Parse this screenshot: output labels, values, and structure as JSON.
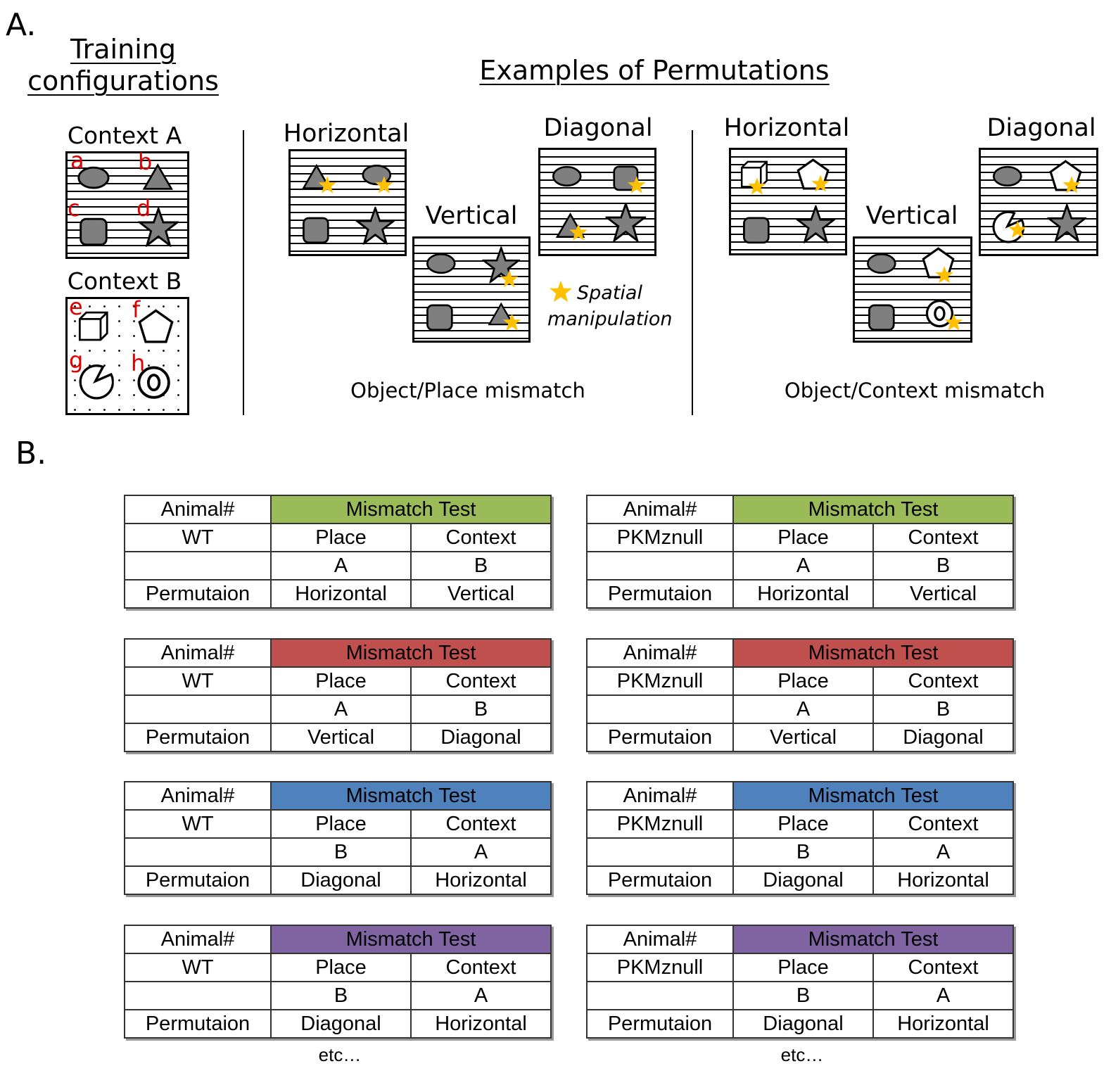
{
  "panel_a": {
    "label": "A.",
    "training_title_line1": "Training",
    "training_title_line2": "configurations",
    "permutations_title": "Examples of Permutations",
    "context_a_label": "Context A",
    "context_b_label": "Context B",
    "context_a_letters": [
      "a",
      "b",
      "c",
      "d"
    ],
    "context_b_letters": [
      "e",
      "f",
      "g",
      "h"
    ],
    "place_group": {
      "horizontal": "Horizontal",
      "vertical": "Vertical",
      "diagonal": "Diagonal",
      "caption": "Object/Place mismatch"
    },
    "context_group": {
      "horizontal": "Horizontal",
      "vertical": "Vertical",
      "diagonal": "Diagonal",
      "caption": "Object/Context mismatch"
    },
    "legend": {
      "line1": "Spatial",
      "line2": "manipulation",
      "star_color": "#FFC000"
    }
  },
  "panel_b": {
    "label": "B.",
    "etc": "etc…",
    "header_colors": [
      "#9BBB59",
      "#C0504D",
      "#4F81BD",
      "#8064A2"
    ],
    "tables": [
      {
        "animal_label": "Animal#",
        "test_label": "Mismatch Test",
        "genotype": "WT",
        "col1": "Place",
        "col2": "Context",
        "ctx1": "A",
        "ctx2": "B",
        "perm_label": "Permutaion",
        "perm1": "Horizontal",
        "perm2": "Vertical"
      },
      {
        "animal_label": "Animal#",
        "test_label": "Mismatch Test",
        "genotype": "PKMznull",
        "col1": "Place",
        "col2": "Context",
        "ctx1": "A",
        "ctx2": "B",
        "perm_label": "Permutaion",
        "perm1": "Horizontal",
        "perm2": "Vertical"
      },
      {
        "animal_label": "Animal#",
        "test_label": "Mismatch Test",
        "genotype": "WT",
        "col1": "Place",
        "col2": "Context",
        "ctx1": "A",
        "ctx2": "B",
        "perm_label": "Permutaion",
        "perm1": "Vertical",
        "perm2": "Diagonal"
      },
      {
        "animal_label": "Animal#",
        "test_label": "Mismatch Test",
        "genotype": "PKMznull",
        "col1": "Place",
        "col2": "Context",
        "ctx1": "A",
        "ctx2": "B",
        "perm_label": "Permutaion",
        "perm1": "Vertical",
        "perm2": "Diagonal"
      },
      {
        "animal_label": "Animal#",
        "test_label": "Mismatch Test",
        "genotype": "WT",
        "col1": "Place",
        "col2": "Context",
        "ctx1": "B",
        "ctx2": "A",
        "perm_label": "Permutaion",
        "perm1": "Diagonal",
        "perm2": "Horizontal"
      },
      {
        "animal_label": "Animal#",
        "test_label": "Mismatch Test",
        "genotype": "PKMznull",
        "col1": "Place",
        "col2": "Context",
        "ctx1": "B",
        "ctx2": "A",
        "perm_label": "Permutaion",
        "perm1": "Diagonal",
        "perm2": "Horizontal"
      },
      {
        "animal_label": "Animal#",
        "test_label": "Mismatch Test",
        "genotype": "WT",
        "col1": "Place",
        "col2": "Context",
        "ctx1": "B",
        "ctx2": "A",
        "perm_label": "Permutaion",
        "perm1": "Diagonal",
        "perm2": "Horizontal"
      },
      {
        "animal_label": "Animal#",
        "test_label": "Mismatch Test",
        "genotype": "PKMznull",
        "col1": "Place",
        "col2": "Context",
        "ctx1": "B",
        "ctx2": "A",
        "perm_label": "Permutaion",
        "perm1": "Diagonal",
        "perm2": "Horizontal"
      }
    ]
  }
}
